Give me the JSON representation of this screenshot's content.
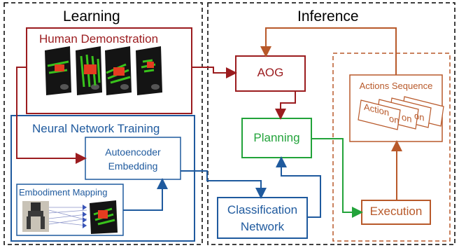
{
  "sections": {
    "learning_title": "Learning",
    "inference_title": "Inference"
  },
  "nodes": {
    "human_demo": "Human Demonstration",
    "nn_training": "Neural Network Training",
    "autoencoder_line1": "Autoencoder",
    "autoencoder_line2": "Embedding",
    "embodiment": "Embodiment Mapping",
    "aog": "AOG",
    "planning": "Planning",
    "classification_line1": "Classification",
    "classification_line2": "Network",
    "actions_sequence": "Actions Sequence",
    "action_card": "Action",
    "action_card_partial": "on",
    "execution": "Execution"
  },
  "colors": {
    "red": "#9b1c1f",
    "blue": "#1f5a9e",
    "green": "#22a33a",
    "orange": "#b8592a",
    "black": "#000000"
  },
  "icons": [
    "glove-force-image",
    "robot-gripper-image"
  ]
}
